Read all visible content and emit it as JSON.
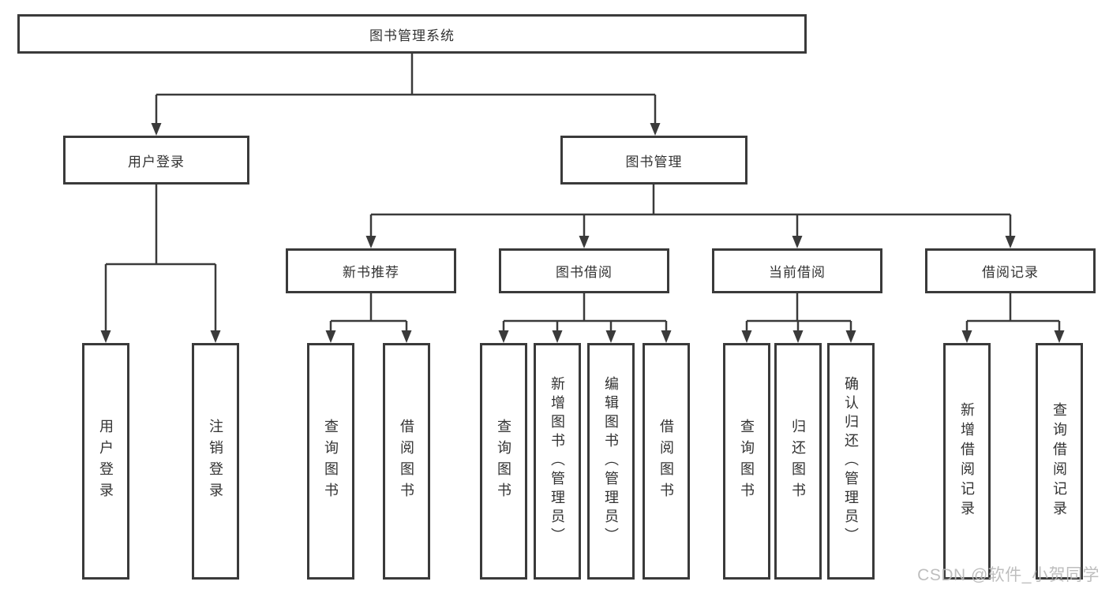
{
  "tree": {
    "root": "图书管理系统",
    "branches": [
      {
        "label": "用户登录",
        "children": [
          "用户登录",
          "注销登录"
        ]
      },
      {
        "label": "图书管理",
        "groups": [
          {
            "label": "新书推荐",
            "children": [
              "查询图书",
              "借阅图书"
            ]
          },
          {
            "label": "图书借阅",
            "children": [
              "查询图书",
              "新增图书（管理员）",
              "编辑图书（管理员）",
              "借阅图书"
            ]
          },
          {
            "label": "当前借阅",
            "children": [
              "查询图书",
              "归还图书",
              "确认归还（管理员）"
            ]
          },
          {
            "label": "借阅记录",
            "children": [
              "新增借阅记录",
              "查询借阅记录"
            ]
          }
        ]
      }
    ]
  },
  "watermark": "CSDN @软件_小贺同学",
  "colors": {
    "line": "#3a3a3a",
    "box_border": "#3a3a3a",
    "text": "#333333",
    "watermark": "#b9b9b9",
    "background": "#ffffff"
  }
}
